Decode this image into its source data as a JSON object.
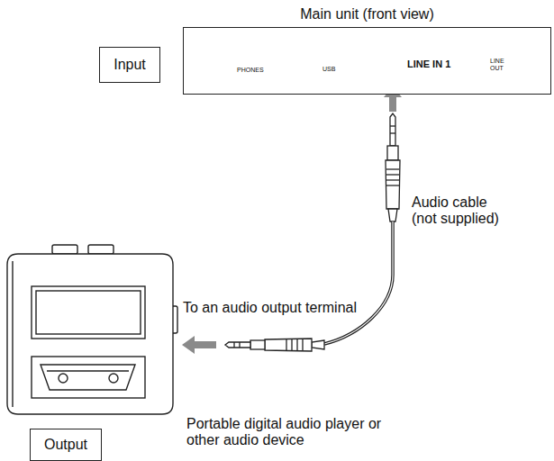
{
  "diagram": {
    "nodes": [
      {
        "text": [
          "Input"
        ]
      },
      {
        "text": [
          "Main unit (front view)"
        ]
      },
      {
        "text": [
          "Output"
        ]
      }
    ],
    "labels": [
      "PHONES",
      "USB",
      "LINE IN 1",
      "LINE OUT",
      "Audio cable (not supplied)",
      "To an audio output terminal",
      "Portable digital audio player or other audio device"
    ]
  }
}
